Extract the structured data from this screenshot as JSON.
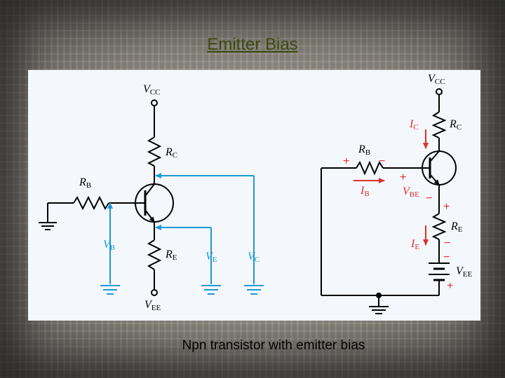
{
  "title": "Emitter Bias",
  "caption": "Npn transistor with emitter bias",
  "colors": {
    "wire": "#000000",
    "arrow": "#1b9ad6",
    "current": "#e0312a",
    "panel": "#f4f7fb"
  },
  "left_circuit": {
    "vcc": {
      "main": "V",
      "sub": "CC"
    },
    "rc": {
      "main": "R",
      "sub": "C"
    },
    "rb": {
      "main": "R",
      "sub": "B"
    },
    "re": {
      "main": "R",
      "sub": "E"
    },
    "vb": {
      "main": "V",
      "sub": "B"
    },
    "ve": {
      "main": "V",
      "sub": "E"
    },
    "vc": {
      "main": "V",
      "sub": "C"
    },
    "vee": {
      "main": "V",
      "sub": "EE"
    }
  },
  "right_circuit": {
    "vcc": {
      "main": "V",
      "sub": "CC"
    },
    "rc": {
      "main": "R",
      "sub": "C"
    },
    "ic": {
      "main": "I",
      "sub": "C"
    },
    "rb": {
      "main": "R",
      "sub": "B"
    },
    "ib": {
      "main": "I",
      "sub": "B"
    },
    "vbe": {
      "main": "V",
      "sub": "BE"
    },
    "re": {
      "main": "R",
      "sub": "E"
    },
    "ie": {
      "main": "I",
      "sub": "E"
    },
    "vee": {
      "main": "V",
      "sub": "EE"
    },
    "plus": "+",
    "minus": "−"
  }
}
